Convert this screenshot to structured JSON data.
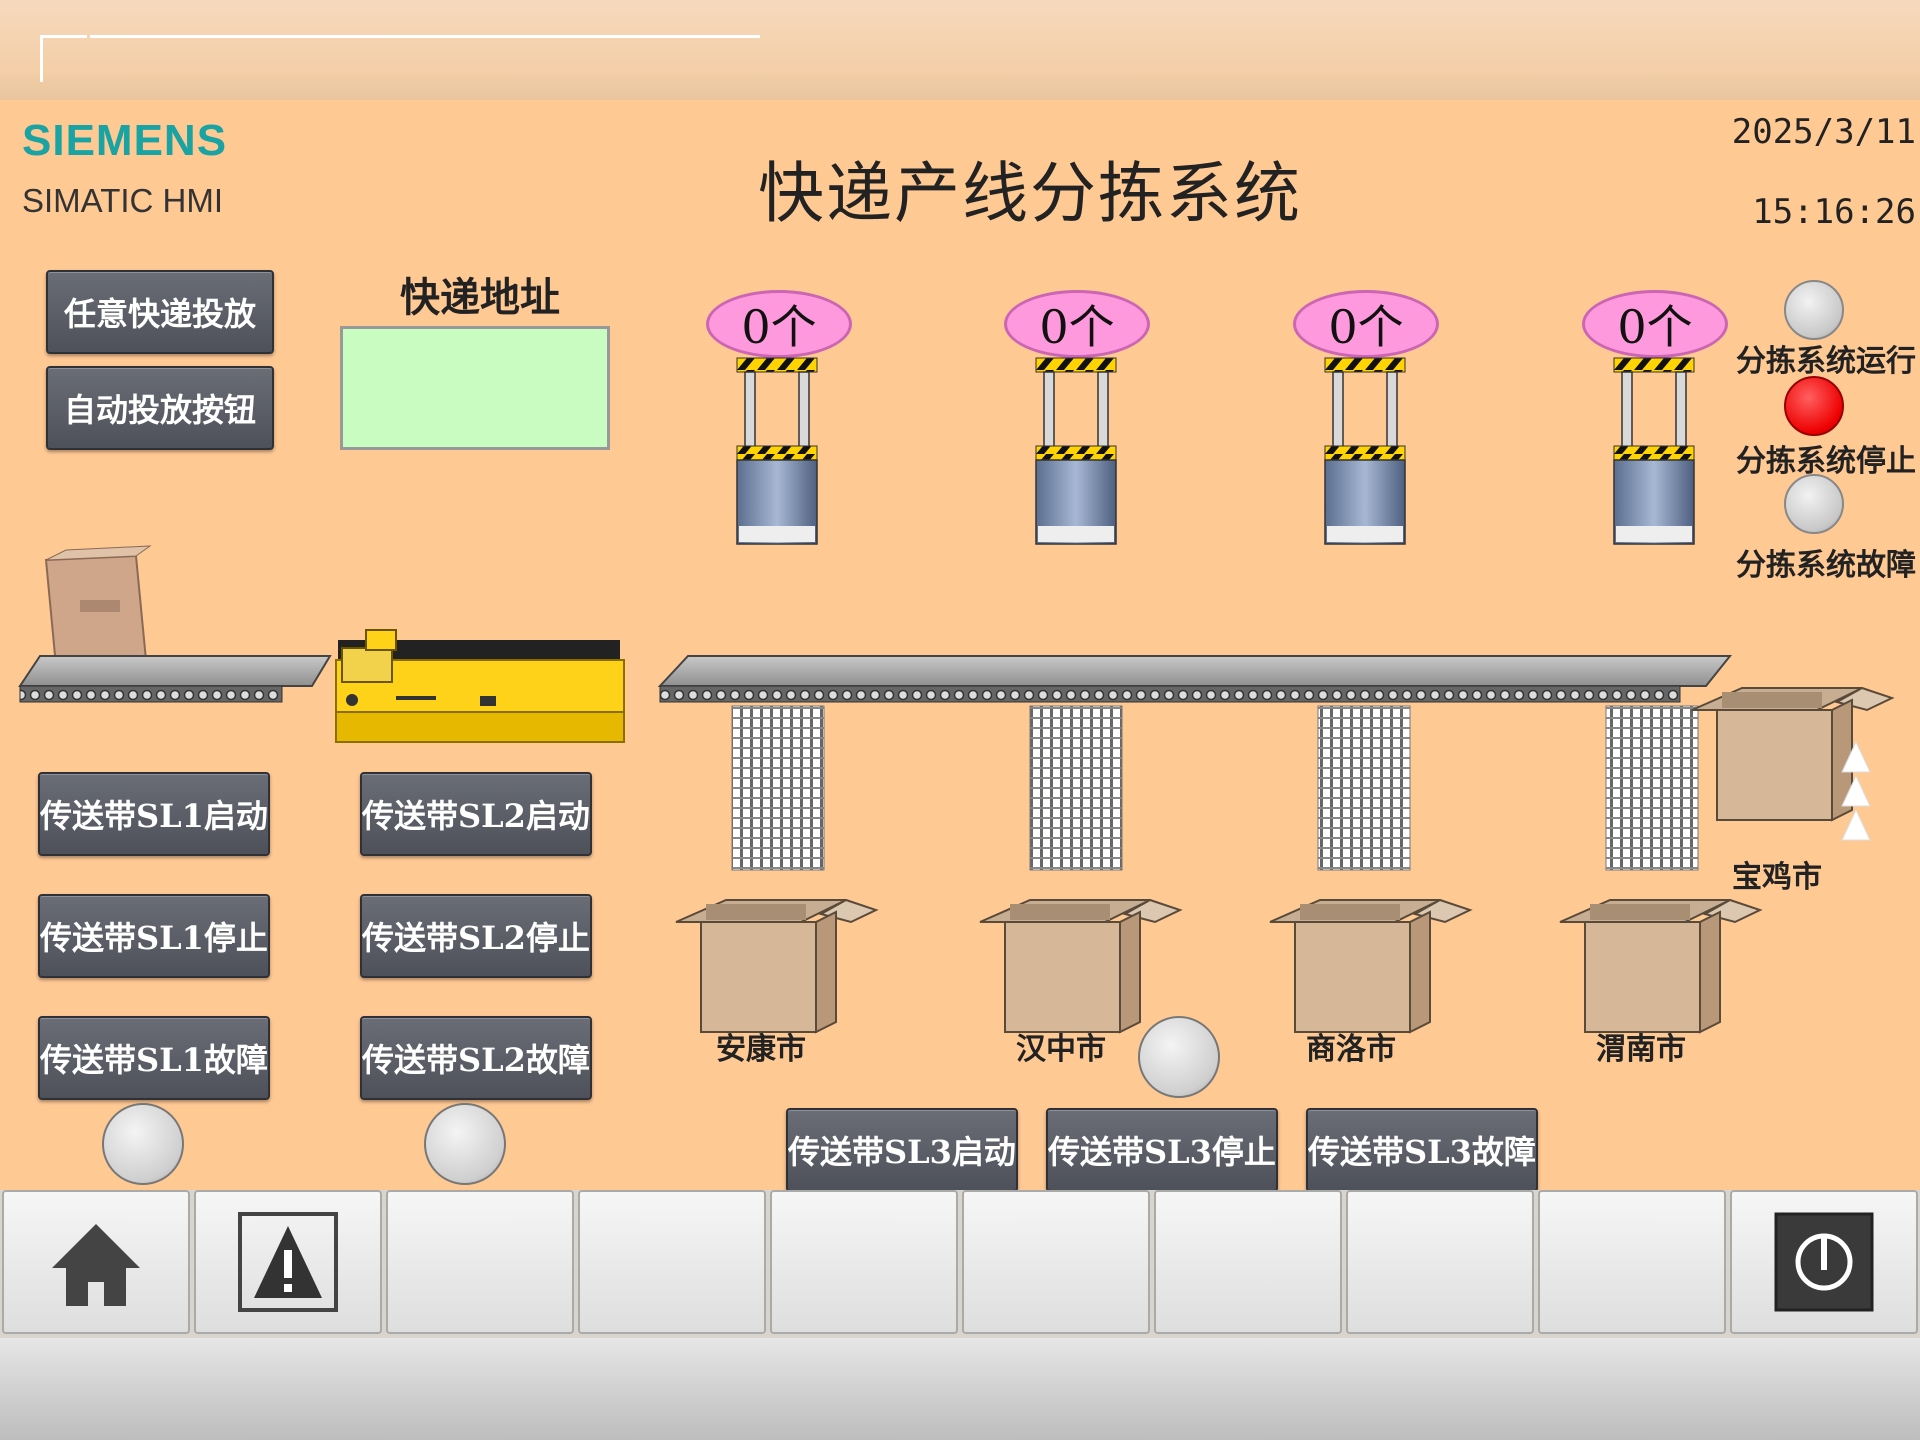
{
  "header": {
    "brand": "SIEMENS",
    "product": "SIMATIC HMI",
    "title": "快递产线分拣系统",
    "date": "2025/3/11",
    "time": "15:16:26"
  },
  "left_panel": {
    "random_drop_button": "任意快递投放",
    "auto_drop_button": "自动投放按钮",
    "address_label": "快递地址",
    "address_value": ""
  },
  "counters": [
    "0个",
    "0个",
    "0个",
    "0个"
  ],
  "status": {
    "running_label": "分拣系统运行",
    "stopped_label": "分拣系统停止",
    "fault_label": "分拣系统故障",
    "running_state": "off",
    "stopped_state": "on",
    "fault_state": "off",
    "lamp_on_color": "#ee0000",
    "lamp_off_color": "#cfcfcf"
  },
  "cities": [
    "安康市",
    "汉中市",
    "商洛市",
    "渭南市",
    "宝鸡市"
  ],
  "conveyor_buttons": {
    "sl1_start": "传送带SL1启动",
    "sl1_stop": "传送带SL1停止",
    "sl1_fault": "传送带SL1故障",
    "sl2_start": "传送带SL2启动",
    "sl2_stop": "传送带SL2停止",
    "sl2_fault": "传送带SL2故障",
    "sl3_start": "传送带SL3启动",
    "sl3_stop": "传送带SL3停止",
    "sl3_fault": "传送带SL3故障"
  },
  "function_keys": [
    "home-icon",
    "alarm-icon",
    "",
    "",
    "",
    "",
    "",
    "",
    "",
    "power-icon"
  ]
}
